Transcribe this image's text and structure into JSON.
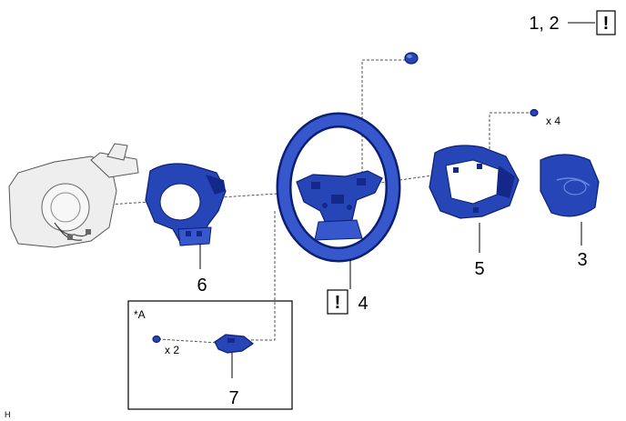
{
  "labels": {
    "top_ref": "1, 2",
    "part_3": "3",
    "part_4": "4",
    "part_5": "5",
    "part_6": "6",
    "part_7": "7",
    "qty_screws_5": "x 4",
    "qty_screws_7": "x 2",
    "inset_tag": "*A",
    "caution_mark": "!",
    "corner_code": "H"
  },
  "colors": {
    "part_blue": "#2646b8",
    "part_outline": "#0b1f74",
    "column_gray": "#eeeeee"
  }
}
